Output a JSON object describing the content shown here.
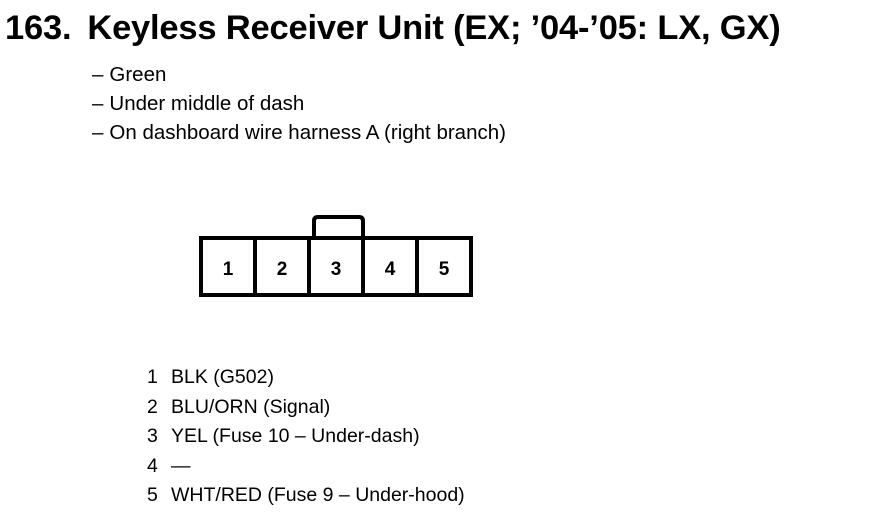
{
  "title": {
    "number": "163.",
    "text": "Keyless Receiver Unit (EX; ’04-’05: LX, GX)"
  },
  "notes": [
    {
      "dash": "–",
      "text": "Green"
    },
    {
      "dash": "–",
      "text": "Under middle of dash"
    },
    {
      "dash": "–",
      "text": "On dashboard wire harness A (right branch)"
    }
  ],
  "connector": {
    "cavities": [
      "1",
      "2",
      "3",
      "4",
      "5"
    ]
  },
  "pins": [
    {
      "num": "1",
      "desc": "BLK (G502)"
    },
    {
      "num": "2",
      "desc": "BLU/ORN (Signal)"
    },
    {
      "num": "3",
      "desc": "YEL (Fuse 10 – Under-dash)"
    },
    {
      "num": "4",
      "desc": "—"
    },
    {
      "num": "5",
      "desc": "WHT/RED (Fuse 9 – Under-hood)"
    }
  ]
}
